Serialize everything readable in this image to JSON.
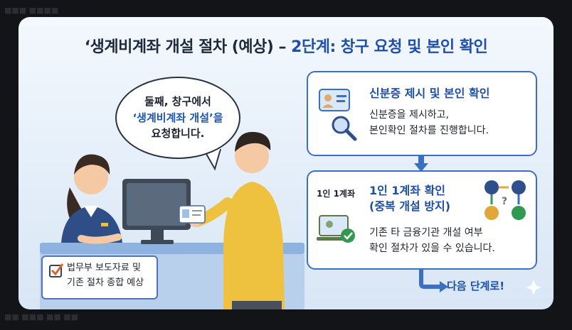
{
  "title": {
    "prefix": "‘생계비계좌 개설 절차 (예상) – ",
    "highlight": "2단계: 창구 요청 및 본인 확인"
  },
  "speech_bubble": {
    "line1": "둘째, 창구에서",
    "line2": "‘생계비계좌 개설’을",
    "line3": "요청합니다."
  },
  "step_id_check": {
    "title": "신분증 제시 및 본인 확인",
    "desc_line1": "신분증을 제시하고,",
    "desc_line2": "본인확인 절차를 진행합니다."
  },
  "step_one_account": {
    "badge": "1인 1계좌",
    "title_line1": "1인 1계좌 확인",
    "title_line2": "(중복 개설 방지)",
    "desc_line1": "기존 타 금융기관 개설 여부",
    "desc_line2": "확인 절차가 있을 수 있습니다."
  },
  "next_step_label": "다음 단계로!",
  "note": {
    "line1": "법무부 보도자료 및",
    "line2": "기존 절차 종합 예상"
  },
  "colors": {
    "accent_blue": "#1f4fa8",
    "step_border": "#3b6fc4",
    "card_bg": "#e4eef9",
    "check_green": "#2f9a4f",
    "sweater_yellow": "#eec13f"
  },
  "icons": [
    "id-card-icon",
    "magnifier-icon",
    "computer-check-icon",
    "bank-network-icon",
    "checkbox-icon",
    "arrow-down-icon",
    "arrow-right-icon"
  ]
}
